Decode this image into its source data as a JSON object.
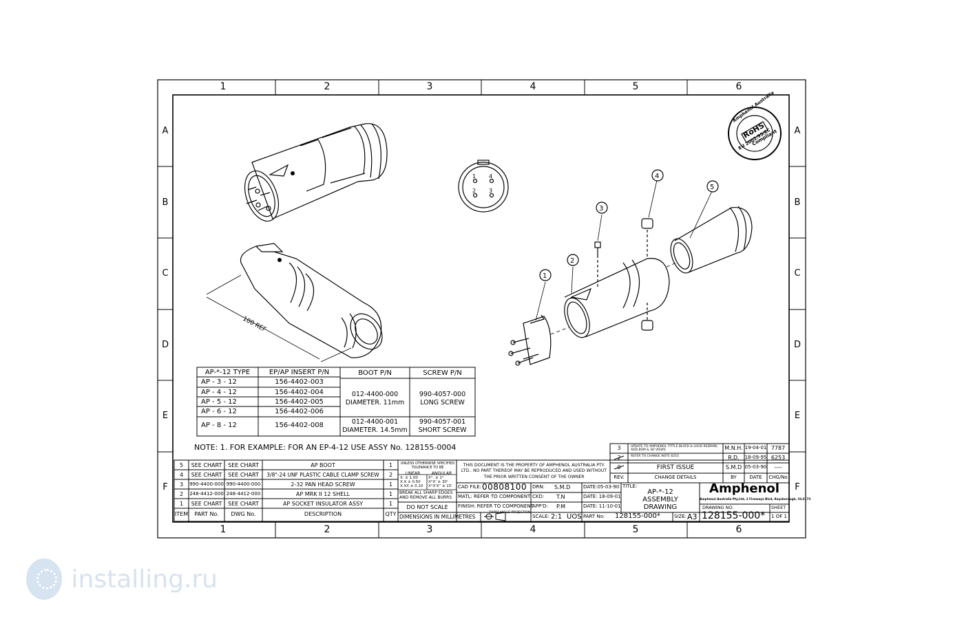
{
  "frame": {
    "columns": [
      "1",
      "2",
      "3",
      "4",
      "5",
      "6"
    ],
    "rows": [
      "A",
      "B",
      "C",
      "D",
      "E",
      "F"
    ]
  },
  "dimension_label": "100 REF",
  "pin_numbers": [
    "1",
    "4",
    "2",
    "3"
  ],
  "balloons": [
    "1",
    "2",
    "3",
    "4",
    "5"
  ],
  "rohs": {
    "top": "Amphenol Australia",
    "center": "RoHS",
    "sub": "Compliant",
    "bottom": "EU 2002/95/EC"
  },
  "type_table": {
    "headers": [
      "AP-*-12 TYPE",
      "EP/AP INSERT P/N",
      "BOOT P/N",
      "SCREW P/N"
    ],
    "rows": [
      {
        "type": "AP - 3 - 12",
        "insert": "156-4402-003"
      },
      {
        "type": "AP - 4 - 12",
        "insert": "156-4402-004"
      },
      {
        "type": "AP - 5 - 12",
        "insert": "156-4402-005"
      },
      {
        "type": "AP - 6 - 12",
        "insert": "156-4402-006"
      },
      {
        "type": "AP - 8 - 12",
        "insert": "156-4402-008"
      }
    ],
    "boot_a": [
      "012-4400-000",
      "DIAMETER. 11mm"
    ],
    "screw_a": [
      "990-4057-000",
      "LONG SCREW"
    ],
    "boot_b": [
      "012-4400-001",
      "DIAMETER. 14.5mm"
    ],
    "screw_b": [
      "990-4057-001",
      "SHORT SCREW"
    ]
  },
  "note": "NOTE: 1. FOR EXAMPLE: FOR AN EP-4-12 USE ASSY No. 128155-0004",
  "bom": {
    "headers": [
      "ITEM",
      "PART No.",
      "DWG No.",
      "DESCRIPTION",
      "QTY"
    ],
    "rows": [
      {
        "item": "5",
        "part": "SEE CHART",
        "dwg": "SEE CHART",
        "desc": "AP BOOT",
        "qty": "1"
      },
      {
        "item": "4",
        "part": "SEE CHART",
        "dwg": "SEE CHART",
        "desc": "3/8\"-24 UNF PLASTIC CABLE CLAMP SCREW",
        "qty": "2"
      },
      {
        "item": "3",
        "part": "990-4400-000",
        "dwg": "990-4400-000",
        "desc": "2-32 PAN HEAD SCREW",
        "qty": "1"
      },
      {
        "item": "2",
        "part": "248-4412-000",
        "dwg": "248-4412-000",
        "desc": "AP MRK II 12 SHELL",
        "qty": "1"
      },
      {
        "item": "1",
        "part": "SEE CHART",
        "dwg": "SEE CHART",
        "desc": "AP SOCKET INSULATOR ASSY",
        "qty": "1"
      }
    ]
  },
  "revisions": {
    "rows": [
      {
        "rev": "3",
        "details": "UPDATE TO AMPHENOL TITTLE BLOCK & LOGO REDRAW, ADD BOM & 3D VIEWS",
        "by": "M.N.H.",
        "date": "19-04-01",
        "chg": "7787"
      },
      {
        "rev": "2",
        "details": "REFER TO CHANGE NOTE 6253",
        "by": "R.D.",
        "date": "18-09-95",
        "chg": "6253"
      },
      {
        "rev": "0",
        "details": "FIRST ISSUE",
        "by": "S.M.D",
        "date": "05-03-90",
        "chg": "----"
      }
    ],
    "headers": [
      "REV.",
      "CHANGE DETAILS",
      "BY",
      "DATE",
      "CHG/No"
    ]
  },
  "title_block": {
    "tolerance_title": "UNLESS OTHERWISE SPECIFIED TOLERANCE TO BE",
    "linear": "LINEAR",
    "angular": "ANGULAR",
    "tol_linear": [
      "X. ± 1.00",
      "X.X ± 0.50",
      "X.XX ± 0.10"
    ],
    "tol_angular": [
      "X°. ± 1°",
      "X°X' ± 30'",
      "X°X'X\" ± 15'"
    ],
    "break_edges": "BREAK ALL SHARP EDGES AND REMOVE ALL BURRS",
    "do_not_scale": "DO NOT SCALE",
    "dimensions": "DIMENSIONS IN MILLIMETRES",
    "projection": "THIRD ANGLE PROJECTION",
    "property_notice": "THIS DOCUMENT IS THE PROPERTY OF AMPHENOL AUSTRALIA PTY. LTD.. NO PART THEREOF MAY BE REPRODUCED AND USED WITHOUT THE PRIOR WRITTEN CONSENT OF THE OWNER",
    "cad_file_label": "CAD FILE:",
    "cad_file": "00808100",
    "matl": "MATL: REFER TO COMPONENT",
    "finish": "FINISH: REFER TO COMPONENT",
    "scale_label": "SCALE:",
    "scale": "2:1",
    "uos": "UOS",
    "drn_label": "DRN:",
    "drn": "S.M.D",
    "ckd_label": "CKD:",
    "ckd": "T.N",
    "appd_label": "APP'D:",
    "appd": "P.M",
    "date1": "DATE:05-03-90",
    "date2": "DATE: 18-09-01",
    "date3": "DATE: 11-10-01",
    "part_label": "PART No:",
    "part_no": "128155-000*",
    "title_label": "TITLE:",
    "title_lines": [
      "AP-*-12",
      "ASSEMBLY",
      "DRAWING"
    ],
    "company": "Amphenol",
    "address": "Amphenol Australia Pty.Ltd, 2 Fiveways Blvd, Keysborough, Vic3173",
    "drawing_no_label": "DRAWING NO.",
    "drawing_no": "128155-000*",
    "size_label": "SIZE:",
    "size": "A3",
    "sheet_label": "SHEET",
    "sheet": "1 OF 1"
  },
  "watermark": "installing.ru"
}
